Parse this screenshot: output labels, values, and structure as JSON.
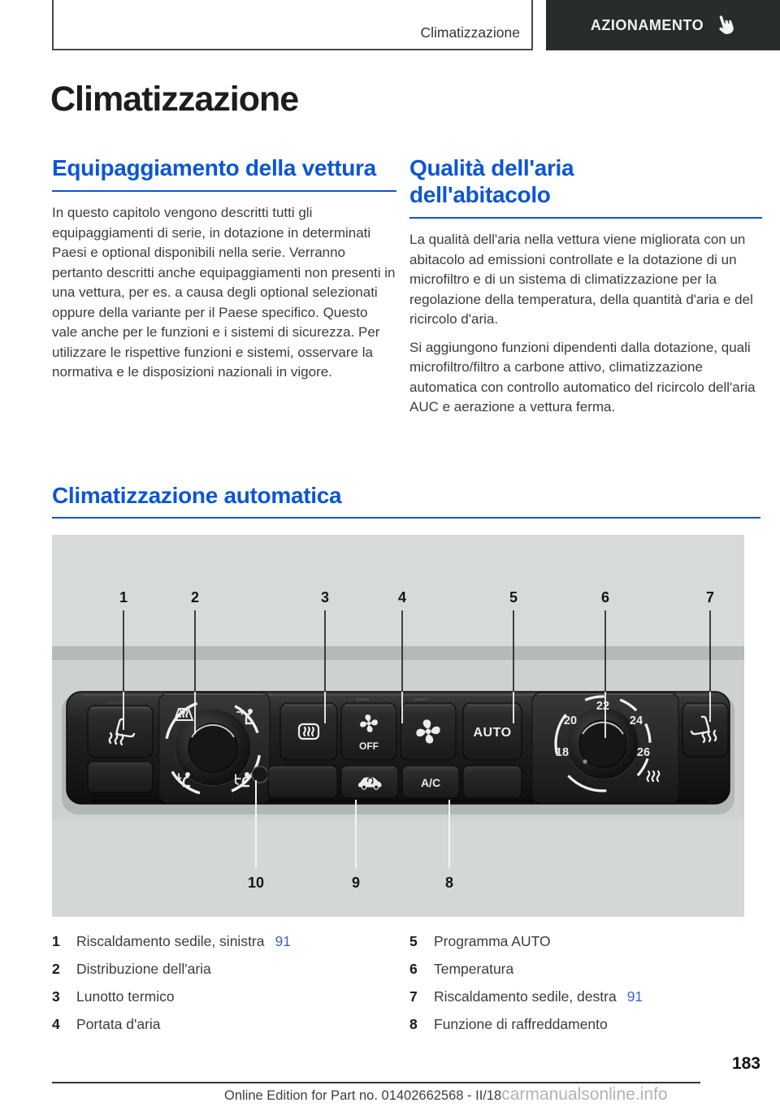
{
  "header": {
    "breadcrumb": "Climatizzazione",
    "tab_label": "AZIONAMENTO"
  },
  "page": {
    "title": "Climatizzazione",
    "number": "183",
    "footer_text": "Online Edition for Part no. 01402662568 - II/18",
    "watermark": "carmanualsonline.info"
  },
  "sections": {
    "equip": {
      "heading": "Equipaggiamento della vettura",
      "body": "In questo capitolo vengono descritti tutti gli equipaggiamenti di serie, in dotazione in determinati Paesi e optional disponibili nella serie. Verranno pertanto descritti anche equipaggiamenti non presenti in una vettura, per es. a causa degli optional selezionati oppure della variante per il Paese specifico. Questo vale anche per le funzioni e i sistemi di sicurezza. Per utilizzare le rispettive funzioni e sistemi, osservare la normativa e le disposizioni nazionali in vigore."
    },
    "quality": {
      "heading": "Qualità dell'aria dell'abitacolo",
      "body1": "La qualità dell'aria nella vettura viene migliorata con un abitacolo ad emissioni controllate e la dotazione di un microfiltro e di un sistema di climatizzazione per la regolazione della temperatura, della quantità d'aria e del ricircolo d'aria.",
      "body2": "Si aggiungono funzioni dipendenti dalla dotazione, quali microfiltro/filtro a carbone attivo, climatizzazione automatica con controllo automatico del ricircolo dell'aria AUC e aerazione a vettura ferma."
    },
    "auto_clima": {
      "heading": "Climatizzazione automatica"
    }
  },
  "diagram": {
    "callouts_top": [
      "1",
      "2",
      "3",
      "4",
      "5",
      "6",
      "7"
    ],
    "callouts_bottom": [
      "10",
      "9",
      "8"
    ],
    "panel": {
      "off_label": "OFF",
      "auto_label": "AUTO",
      "ac_label": "A/C",
      "temp_scale": [
        "18",
        "20",
        "22",
        "24",
        "26"
      ]
    }
  },
  "legend": {
    "left": [
      {
        "num": "1",
        "label": "Riscaldamento sedile, sinistra",
        "ref": "91"
      },
      {
        "num": "2",
        "label": "Distribuzione dell'aria",
        "ref": ""
      },
      {
        "num": "3",
        "label": "Lunotto termico",
        "ref": ""
      },
      {
        "num": "4",
        "label": "Portata d'aria",
        "ref": ""
      }
    ],
    "right": [
      {
        "num": "5",
        "label": "Programma AUTO",
        "ref": ""
      },
      {
        "num": "6",
        "label": "Temperatura",
        "ref": ""
      },
      {
        "num": "7",
        "label": "Riscaldamento sedile, destra",
        "ref": "91"
      },
      {
        "num": "8",
        "label": "Funzione di raffreddamento",
        "ref": ""
      }
    ]
  },
  "icons": {
    "press-hand-icon": "pointing hand",
    "seat-heating-left-icon": "seat with heat waves",
    "air-distribution-knob": "rotary knob with windshield / upper body / footwell symbols",
    "rear-defrost-icon": "rear window with heat arrows",
    "fan-off-icon": "fan with OFF",
    "fan-icon": "fan",
    "recirculation-icon": "car with recirculated air",
    "temperature-knob": "rotary knob with temperature scale",
    "heat-waves-icon": "maximum heat waves",
    "seat-heating-right-icon": "seat with heat waves"
  },
  "colors": {
    "accent_blue": "#0c56d4",
    "link_blue": "#4161d6",
    "tab_bg": "#282c2c",
    "tab_text": "#f2f4f4",
    "image_bg": "#d7dbd7",
    "image_band": "#b4bab6",
    "panel_dark": "#1b1b1b",
    "watermark_gray": "#aeb4b8"
  }
}
